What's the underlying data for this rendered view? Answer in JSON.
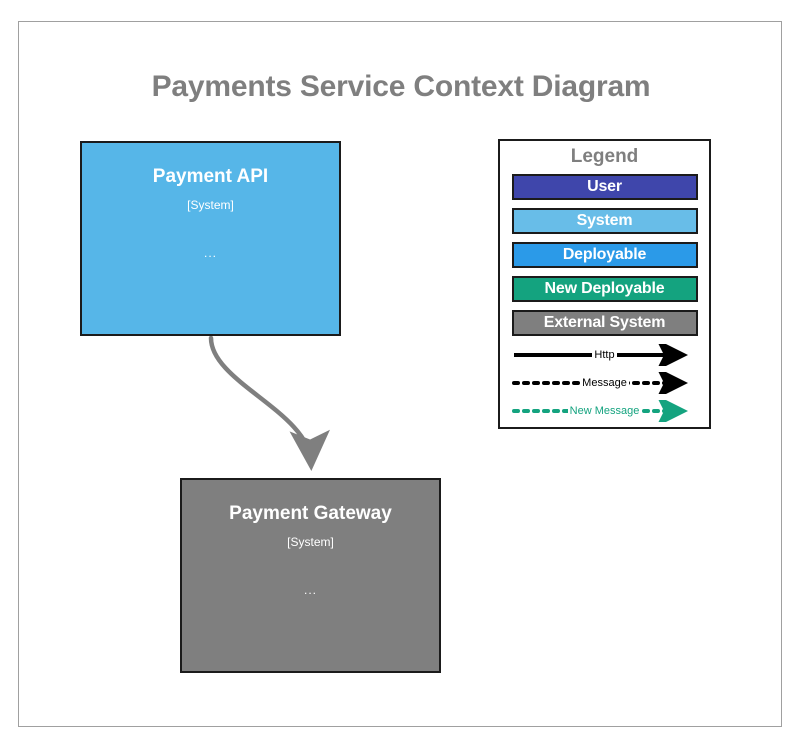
{
  "diagram": {
    "title": "Payments Service Context Diagram",
    "frame_border_color": "#a0a0a0",
    "title_color": "#7f7f7f",
    "background": "#ffffff"
  },
  "nodes": [
    {
      "id": "payment-api",
      "name": "Payment API",
      "technology": "[System]",
      "description": "...",
      "fill": "#56b6e8",
      "stroke": "#1b1b1b",
      "text_color": "#ffffff",
      "legend_category": "System"
    },
    {
      "id": "payment-gateway",
      "name": "Payment Gateway",
      "technology": "[System]",
      "description": "...",
      "fill": "#7f7f7f",
      "stroke": "#1b1b1b",
      "text_color": "#ffffff",
      "legend_category": "External System"
    }
  ],
  "edges": [
    {
      "id": "payment-api-to-payment-gateway",
      "from": "payment-api",
      "to": "payment-gateway",
      "label": "",
      "style": "solid",
      "color": "#7f7f7f"
    }
  ],
  "legend": {
    "title": "Legend",
    "title_color": "#7f7f7f",
    "border_color": "#1b1b1b",
    "swatches": [
      {
        "label": "User",
        "fill": "#3f46ab"
      },
      {
        "label": "System",
        "fill": "#68bde8"
      },
      {
        "label": "Deployable",
        "fill": "#2b9ae8"
      },
      {
        "label": "New Deployable",
        "fill": "#14a37f"
      },
      {
        "label": "External System",
        "fill": "#7f7f7f"
      }
    ],
    "arrows": [
      {
        "label": "Http",
        "style": "solid",
        "color": "#000000"
      },
      {
        "label": "Message",
        "style": "dotted",
        "color": "#000000"
      },
      {
        "label": "New Message",
        "style": "dotted",
        "color": "#14a37f"
      }
    ]
  }
}
